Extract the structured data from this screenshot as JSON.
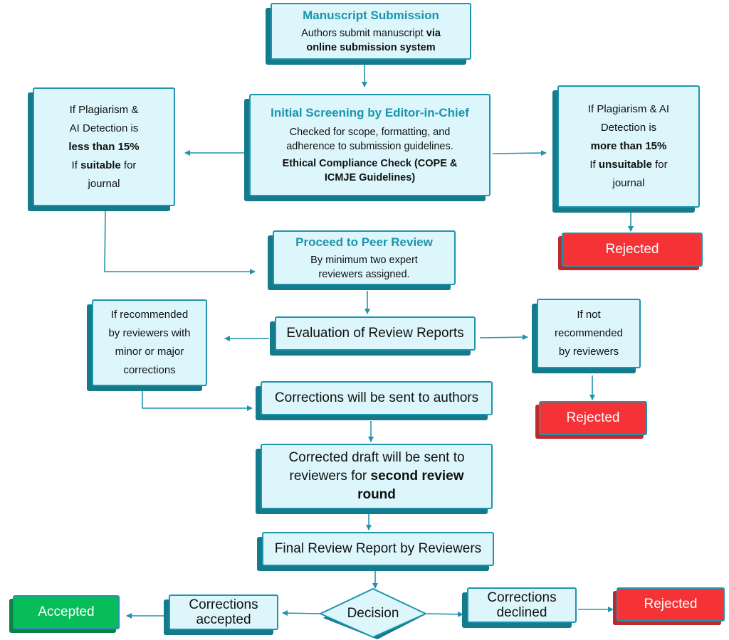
{
  "submission": {
    "title": "Manuscript Submission",
    "line1_plain": "Authors submit manuscript ",
    "line1_bold": "via",
    "line2_bold": "online submission system"
  },
  "screening": {
    "title": "Initial Screening by Editor-in-Chief",
    "line1": "Checked for scope, formatting, and",
    "line2": "adherence to submission guidelines.",
    "line3": "Ethical Compliance Check (COPE &",
    "line4": "ICMJE Guidelines)"
  },
  "left_check": {
    "line1": "If Plagiarism &",
    "line2": "AI Detection is",
    "line3_bold": "less than 15%",
    "line4_pre": "If ",
    "line4_bold": "suitable",
    "line4_post": " for",
    "line5": "journal"
  },
  "right_check": {
    "line1": "If Plagiarism & AI",
    "line2": "Detection is",
    "line3_bold": "more than 15%",
    "line4_pre": "If ",
    "line4_bold": "unsuitable",
    "line4_post": " for",
    "line5": "journal"
  },
  "rejected_labels": [
    "Rejected",
    "Rejected",
    "Rejected"
  ],
  "peer_review": {
    "title": "Proceed to Peer Review",
    "line1": "By minimum two expert",
    "line2": "reviewers assigned."
  },
  "evaluation": {
    "label": "Evaluation of Review Reports"
  },
  "recommended": {
    "line1": "If recommended",
    "line2": "by reviewers with",
    "line3": "minor or major",
    "line4": "corrections"
  },
  "not_recommended": {
    "line1": "If not",
    "line2": "recommended",
    "line3": "by reviewers"
  },
  "corrections_sent": {
    "label": "Corrections will be sent to authors"
  },
  "corrected_draft": {
    "line1": "Corrected draft will be sent to",
    "line2_plain": "reviewers for ",
    "line2_bold": "second review",
    "line3_bold": "round"
  },
  "final_report": {
    "label": "Final Review Report by Reviewers"
  },
  "decision": {
    "label": "Decision"
  },
  "corrections_accepted": {
    "line1": "Corrections",
    "line2": "accepted"
  },
  "corrections_declined": {
    "line1": "Corrections",
    "line2": "declined"
  },
  "accepted": {
    "label": "Accepted"
  },
  "colors": {
    "box_fill": "#dcf6fc",
    "border": "#1f94ad",
    "shadow": "#137b8c",
    "rejected": "#f53235",
    "accepted": "#06bd5a",
    "title_text": "#1a94ad"
  }
}
